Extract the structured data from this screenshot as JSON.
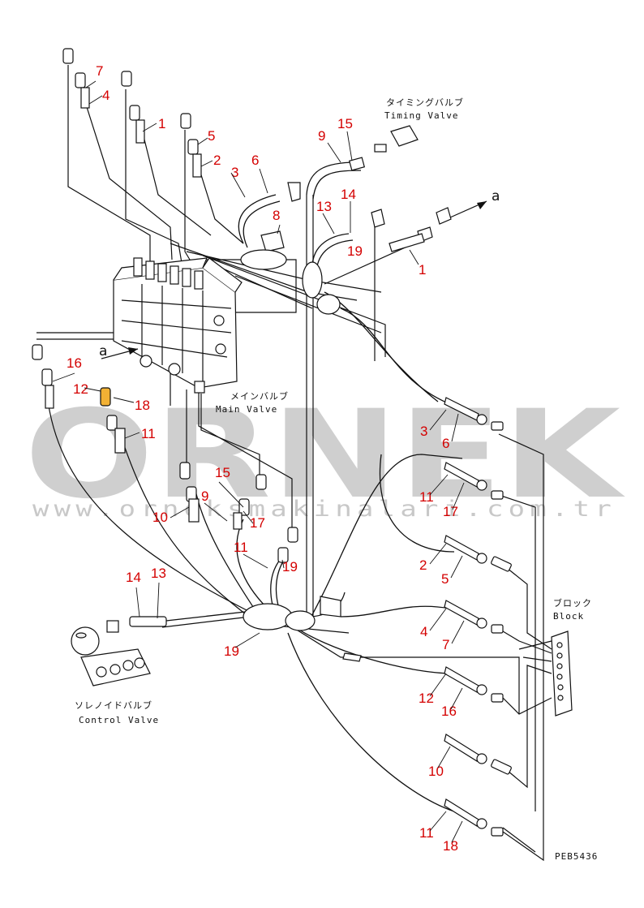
{
  "watermark": {
    "logo": "ORNEK",
    "url": "www.orneksmakinalari.com.tr"
  },
  "components": {
    "timing_valve": {
      "jp": "タイミングバルブ",
      "en": "Timing Valve"
    },
    "main_valve": {
      "jp": "メインバルブ",
      "en": "Main Valve"
    },
    "control_valve": {
      "jp": "ソレノイドバルブ",
      "en": "Control Valve"
    },
    "block": {
      "jp": "ブロック",
      "en": "Block"
    }
  },
  "view_labels": [
    "a",
    "a"
  ],
  "part_numbers": [
    "7",
    "4",
    "1",
    "5",
    "2",
    "3",
    "6",
    "8",
    "9",
    "15",
    "13",
    "14",
    "19",
    "1",
    "16",
    "12",
    "18",
    "11",
    "3",
    "6",
    "11",
    "17",
    "15",
    "9",
    "10",
    "17",
    "11",
    "19",
    "2",
    "5",
    "14",
    "13",
    "4",
    "7",
    "19",
    "12",
    "16",
    "10",
    "11",
    "18"
  ],
  "drawing_code": "PEB5436",
  "colors": {
    "callout": "#d40000",
    "linework": "#111111",
    "watermark": "#cfcfcf",
    "highlight": "#f2b134"
  }
}
